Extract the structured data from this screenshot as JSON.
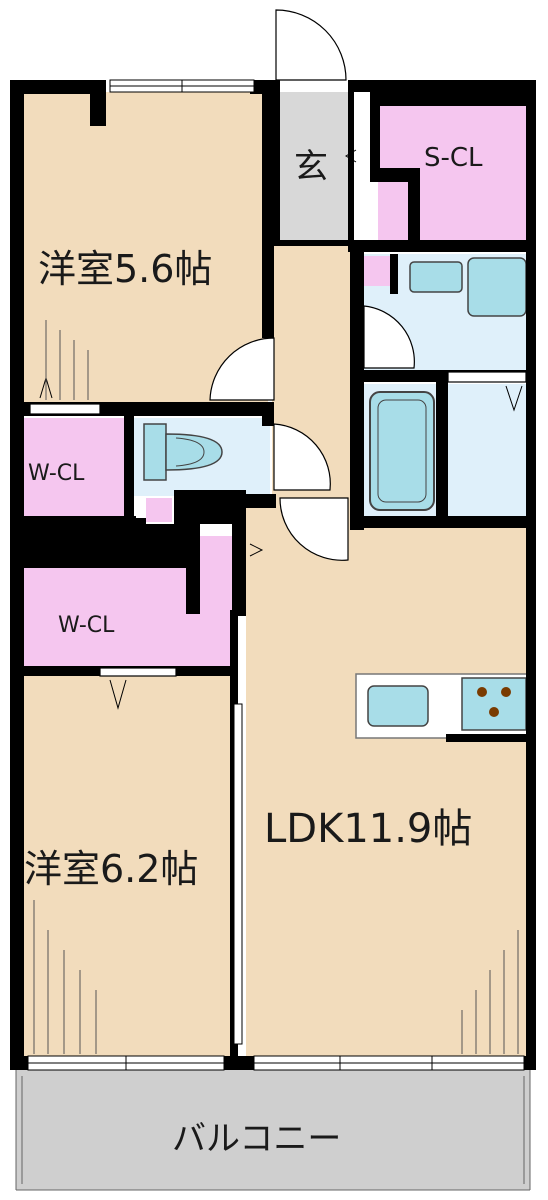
{
  "rooms": {
    "western_room_1": "洋室5.6帖",
    "western_room_2": "洋室6.2帖",
    "ldk": "LDK11.9帖",
    "entrance": "玄",
    "shoe_closet": "S-CL",
    "wic_upper": "W-CL",
    "wic_lower": "W-CL",
    "balcony": "バルコニー"
  },
  "colors": {
    "floor_wood": "#f2dcbc",
    "closet": "#f5c6ef",
    "wet_area": "#dff0fa",
    "entrance_tile": "#d8d8d8",
    "balcony": "#cfcfcf",
    "fixture": "#a8dde8",
    "wall": "#000000"
  }
}
